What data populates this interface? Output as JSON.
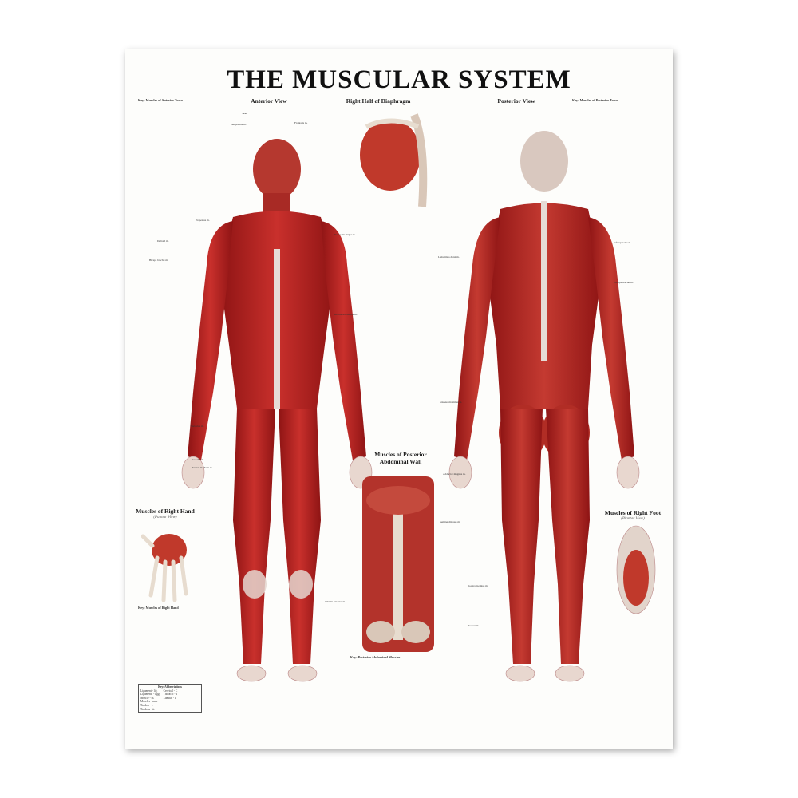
{
  "poster": {
    "title": "THE MUSCULAR SYSTEM",
    "views": {
      "anterior": "Anterior View",
      "posterior": "Posterior View",
      "diaphragm": "Right Half of Diaphragm",
      "abdominal_wall_line1": "Muscles of Posterior",
      "abdominal_wall_line2": "Abdominal Wall",
      "hand": "Muscles of Right Hand",
      "hand_sub": "(Palmar View)",
      "foot": "Muscles of Right Foot",
      "foot_sub": "(Plantar View)"
    },
    "keys": {
      "anterior_torso": "Key: Muscles of Anterior Torso",
      "posterior_torso": "Key: Muscles of Posterior Torso",
      "right_hand": "Key: Muscles of Right Hand",
      "posterior_abdominal": "Key: Posterior Abdominal Muscles",
      "abbreviations": "Key: Abbreviations"
    },
    "abbreviations": [
      "Ligament - lig.",
      "Ligaments - ligg.",
      "Muscle - m.",
      "Muscles - mm.",
      "Tendon - t.",
      "Tendons - tt.",
      "Cervical - C",
      "Thoracic - T",
      "Lumbar - L"
    ],
    "labels": {
      "skin": "Skin",
      "deltoid": "Deltoid m.",
      "temporalis": "Temporalis m.",
      "frontalis": "Frontalis m.",
      "trapezius": "Trapezius m.",
      "sartorius": "Sartorius m.",
      "gracilis": "Gracilis m.",
      "adductor_magnus": "Adductor magnus m.",
      "vastus_medialis": "Vastus medialis m.",
      "triceps": "Triceps brachii m.",
      "biceps": "Biceps brachii m.",
      "gluteus_maximus": "Gluteus maximus m.",
      "semitendinosus": "Semitendinosus m.",
      "gastrocnemius": "Gastrocnemius m.",
      "soleus": "Soleus m.",
      "pectoralis": "Pectoralis major m.",
      "rectus_abdominis": "Rectus abdominis m.",
      "tibialis_anterior": "Tibialis anterior m.",
      "latissimus": "Latissimus dorsi m.",
      "infraspinatus": "Infraspinatus m."
    }
  }
}
